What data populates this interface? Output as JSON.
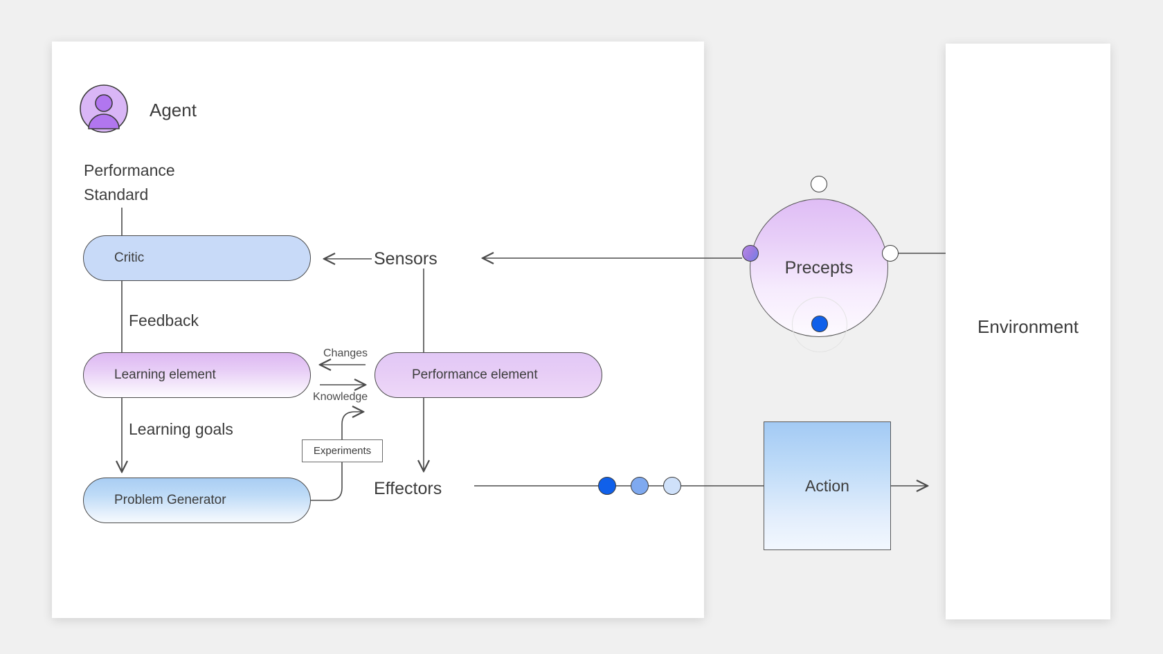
{
  "canvas": {
    "background": "#f0f0f0",
    "stroke": "#4a4a4a"
  },
  "agent": {
    "panel_name": "Agent",
    "avatar_icon": "person-avatar-icon",
    "accent": "#b47ae8"
  },
  "environment": {
    "label": "Environment"
  },
  "boxes": {
    "critic": {
      "label": "Critic",
      "fill": "#c8daf8"
    },
    "learning_element": {
      "label": "Learning element",
      "fill": "#e2c8f6"
    },
    "problem_generator": {
      "label": "Problem Generator",
      "fill": "#bedbf7"
    },
    "performance_element": {
      "label": "Performance element",
      "fill": "#e7cdf6"
    },
    "action": {
      "label": "Action",
      "fill": "#bedbf8"
    },
    "precepts": {
      "label": "Precepts",
      "fill": "#e8cff8"
    }
  },
  "labels": {
    "performance_standard": "Performance\nStandard",
    "performance_standard_line1": "Performance",
    "performance_standard_line2": "Standard",
    "sensors": "Sensors",
    "effectors": "Effectors",
    "feedback": "Feedback",
    "learning_goals": "Learning goals",
    "changes": "Changes",
    "knowledge": "Knowledge",
    "experiments": "Experiments"
  },
  "handles": [
    {
      "name": "precepts-handle-top",
      "position": "top",
      "fill": "#ffffff"
    },
    {
      "name": "precepts-handle-left",
      "position": "left",
      "fill": "#9d7ae0"
    },
    {
      "name": "precepts-handle-right",
      "position": "right",
      "fill": "#ffffff"
    },
    {
      "name": "precepts-handle-bottom",
      "position": "bottom",
      "fill": "#1060ea"
    }
  ],
  "effector_dots": [
    {
      "name": "effector-dot-1",
      "fill": "#1060ea"
    },
    {
      "name": "effector-dot-2",
      "fill": "#7fa9ef"
    },
    {
      "name": "effector-dot-3",
      "fill": "#cfe1fa"
    }
  ]
}
